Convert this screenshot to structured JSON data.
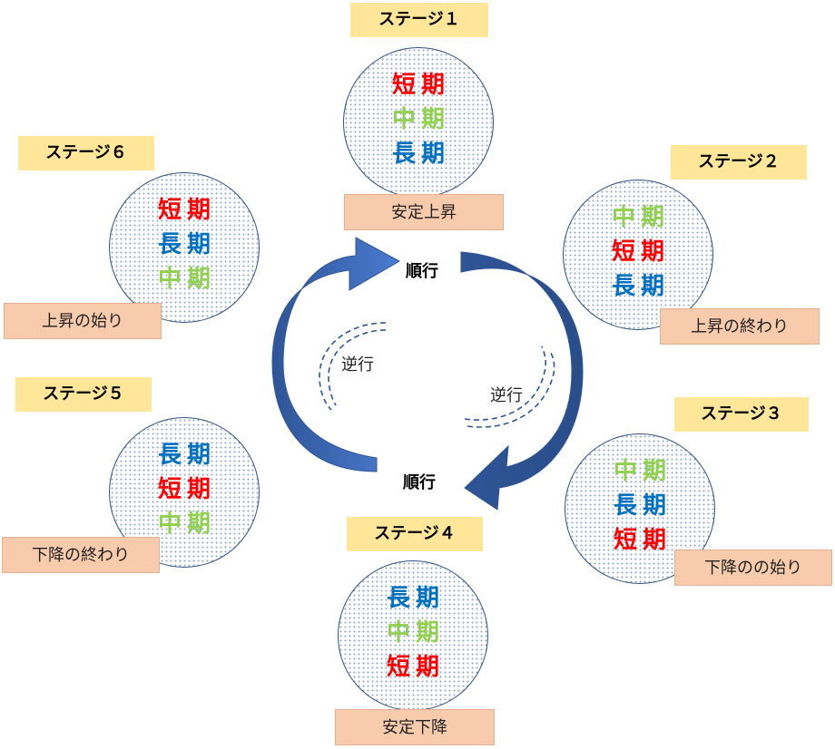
{
  "colors": {
    "short": "#ff0000",
    "mid": "#92d050",
    "long": "#0070c0",
    "arrow": "#2f5597",
    "stage_bg": "#ffe699",
    "phase_bg": "#f8cbad"
  },
  "terms": {
    "short": "短期",
    "mid": "中期",
    "long": "長期"
  },
  "stages": [
    {
      "label": "ステージ１",
      "order": [
        "short",
        "mid",
        "long"
      ],
      "phase": "安定上昇"
    },
    {
      "label": "ステージ２",
      "order": [
        "mid",
        "short",
        "long"
      ],
      "phase": "上昇の終わり"
    },
    {
      "label": "ステージ３",
      "order": [
        "mid",
        "long",
        "short"
      ],
      "phase": "下降のの始り"
    },
    {
      "label": "ステージ４",
      "order": [
        "long",
        "mid",
        "short"
      ],
      "phase": "安定下降"
    },
    {
      "label": "ステージ５",
      "order": [
        "long",
        "short",
        "mid"
      ],
      "phase": "下降の終わり"
    },
    {
      "label": "ステージ６",
      "order": [
        "short",
        "long",
        "mid"
      ],
      "phase": "上昇の始り"
    }
  ],
  "flow": {
    "forward_top": "順行",
    "forward_bottom": "順行",
    "reverse_left": "逆行",
    "reverse_right": "逆行"
  }
}
